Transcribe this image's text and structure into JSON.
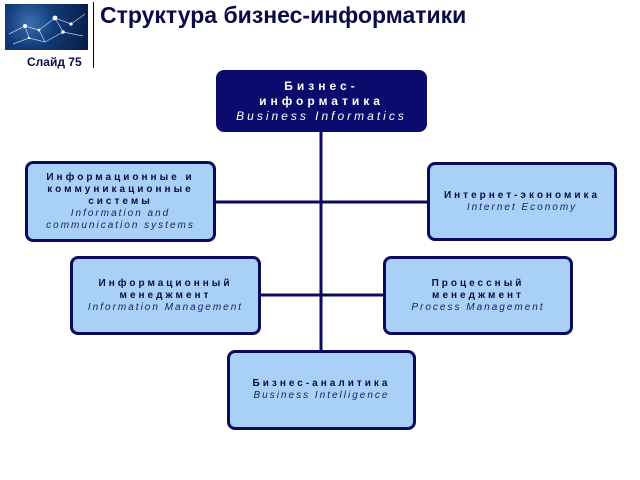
{
  "header": {
    "title": "Структура бизнес-информатики",
    "slide_label": "Слайд 75"
  },
  "diagram": {
    "root": {
      "ru": "Бизнес-информатика",
      "en": "Business Informatics"
    },
    "nodes": [
      {
        "id": "ics",
        "ru": "Информационные и коммуникационные системы",
        "en": "Information and communication systems"
      },
      {
        "id": "internet-economy",
        "ru": "Интернет-экономика",
        "en": "Internet Economy"
      },
      {
        "id": "info-management",
        "ru": "Информационный менеджмент",
        "en": "Information Management"
      },
      {
        "id": "process-management",
        "ru": "Процессный менеджмент",
        "en": "Process Management"
      },
      {
        "id": "business-intelligence",
        "ru": "Бизнес-аналитика",
        "en": "Business Intelligence"
      }
    ]
  }
}
